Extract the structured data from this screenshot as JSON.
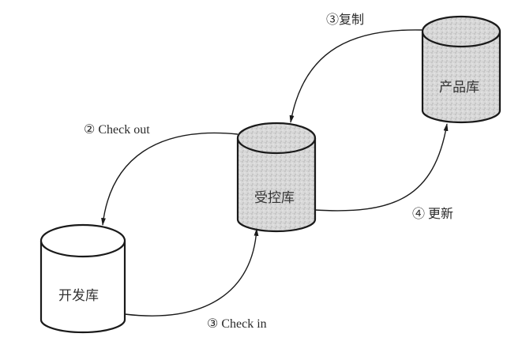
{
  "diagram": {
    "type": "repository-flow",
    "nodes": [
      {
        "id": "dev",
        "label": "开发库",
        "shaded": false
      },
      {
        "id": "controlled",
        "label": "受控库",
        "shaded": true
      },
      {
        "id": "product",
        "label": "产品库",
        "shaded": true
      }
    ],
    "edges": [
      {
        "from": "controlled",
        "to": "dev",
        "label": "② Check out"
      },
      {
        "from": "dev",
        "to": "controlled",
        "label": "③ Check in"
      },
      {
        "from": "controlled",
        "to": "product",
        "label": "④ 更新"
      },
      {
        "from": "product",
        "to": "controlled",
        "label": "③复制"
      }
    ],
    "colors": {
      "stroke": "#1a1a1a",
      "shade": "#d6d6d6",
      "background": "#ffffff"
    }
  }
}
